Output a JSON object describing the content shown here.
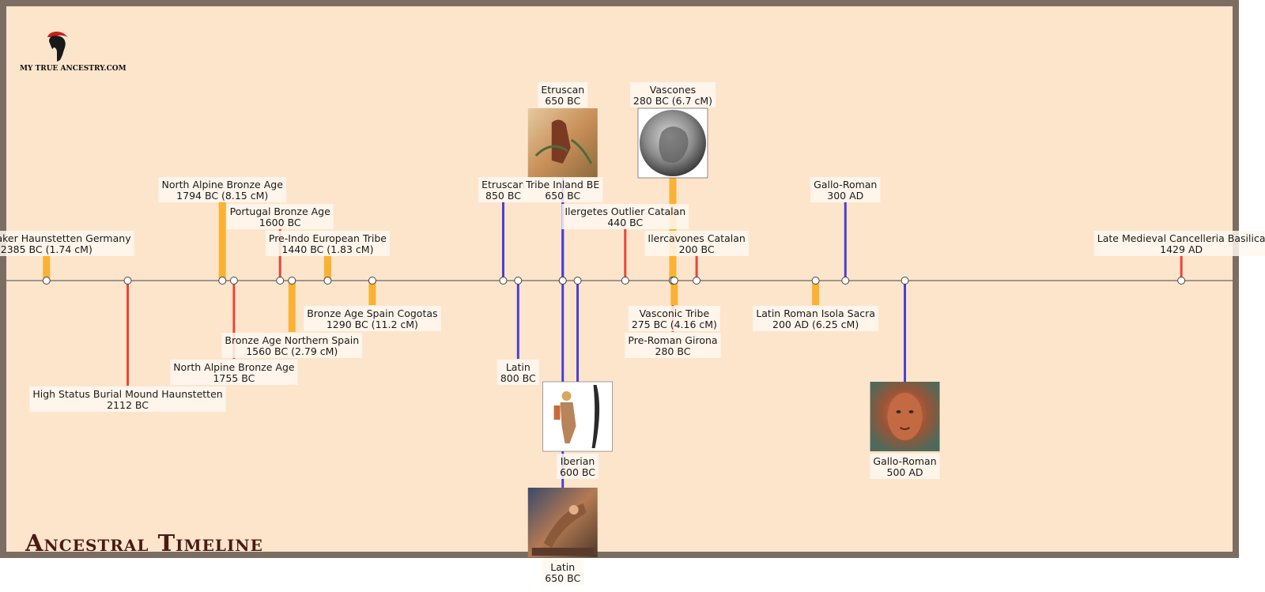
{
  "branding": {
    "logo_text": "MY TRUE ANCESTRY.COM",
    "title": "Ancestral Timeline"
  },
  "icons": {
    "logo": "spartan-helmet-icon"
  },
  "colors": {
    "frame": "#7b6d61",
    "background": "#fde5cc",
    "axis": "#666666",
    "label_box": "#fff8f0",
    "mark_orange": "#f9b233",
    "mark_red": "#e8453c",
    "mark_blue": "#4a3fd6",
    "title": "#4a1a14"
  },
  "chart_data": {
    "type": "timeline",
    "title": "Ancestral Timeline",
    "xlabel": "",
    "ylabel": "",
    "x_unit": "year (negative = BC)",
    "xlim": [
      -2520,
      1604
    ],
    "grid": false,
    "events": [
      {
        "year": -2385,
        "label": [
          "Bell Beaker Haunstetten Germany",
          "2385 BC (1.74 cM)"
        ],
        "side": "above",
        "level": 1,
        "color": "orange"
      },
      {
        "year": -2112,
        "label": [
          "High Status Burial Mound Haunstetten",
          "2112 BC"
        ],
        "side": "below",
        "level": 4,
        "color": "red"
      },
      {
        "year": -1794,
        "label": [
          "North Alpine Bronze Age",
          "1794 BC (8.15 cM)"
        ],
        "side": "above",
        "level": 3,
        "color": "orange"
      },
      {
        "year": -1755,
        "label": [
          "North Alpine Bronze Age",
          "1755 BC"
        ],
        "side": "below",
        "level": 3,
        "color": "red"
      },
      {
        "year": -1600,
        "label": [
          "Portugal Bronze Age",
          "1600 BC"
        ],
        "side": "above",
        "level": 2,
        "color": "red"
      },
      {
        "year": -1560,
        "label": [
          "Bronze Age Northern Spain",
          "1560 BC (2.79 cM)"
        ],
        "side": "below",
        "level": 2,
        "color": "orange"
      },
      {
        "year": -1440,
        "label": [
          "Pre-Indo European Tribe",
          "1440 BC (1.83 cM)"
        ],
        "side": "above",
        "level": 1,
        "color": "orange"
      },
      {
        "year": -1290,
        "label": [
          "Bronze Age Spain Cogotas",
          "1290 BC (11.2 cM)"
        ],
        "side": "below",
        "level": 1,
        "color": "orange"
      },
      {
        "year": -850,
        "label": [
          "Etruscan",
          "850 BC"
        ],
        "side": "above",
        "level": 3,
        "color": "blue"
      },
      {
        "year": -800,
        "label": [
          "Latin",
          "800 BC"
        ],
        "side": "below",
        "level": 3,
        "color": "blue"
      },
      {
        "year": -650,
        "label": [
          "Tribe Inland BE",
          "650 BC"
        ],
        "side": "above",
        "level": 3,
        "color": "blue"
      },
      {
        "year": -650,
        "label": [
          "Etruscan",
          "650 BC"
        ],
        "side": "above",
        "level": 5,
        "color": "blue",
        "image": "etruscan-fresco-image"
      },
      {
        "year": -650,
        "label": [
          "Latin",
          "650 BC"
        ],
        "side": "below",
        "level": 8,
        "color": "blue",
        "image": "battle-painting-image"
      },
      {
        "year": -600,
        "label": [
          "Iberian",
          "600 BC"
        ],
        "side": "below",
        "level": 6,
        "color": "blue",
        "image": "iberian-warrior-image"
      },
      {
        "year": -440,
        "label": [
          "Ilergetes Outlier Catalan",
          "440 BC"
        ],
        "side": "above",
        "level": 2,
        "color": "red"
      },
      {
        "year": -280,
        "label": [
          "Vascones",
          "280 BC (6.7 cM)"
        ],
        "side": "above",
        "level": 5,
        "color": "orange",
        "image": "vascones-coin-image"
      },
      {
        "year": -280,
        "label": [
          "Pre-Roman Girona",
          "280 BC"
        ],
        "side": "below",
        "level": 2,
        "color": "red"
      },
      {
        "year": -275,
        "label": [
          "Vasconic Tribe",
          "275 BC (4.16 cM)"
        ],
        "side": "below",
        "level": 1,
        "color": "orange"
      },
      {
        "year": -200,
        "label": [
          "Ilercavones Catalan",
          "200 BC"
        ],
        "side": "above",
        "level": 1,
        "color": "red"
      },
      {
        "year": 200,
        "label": [
          "Latin Roman Isola Sacra",
          "200 AD (6.25 cM)"
        ],
        "side": "below",
        "level": 1,
        "color": "orange"
      },
      {
        "year": 300,
        "label": [
          "Gallo-Roman",
          "300 AD"
        ],
        "side": "above",
        "level": 3,
        "color": "blue"
      },
      {
        "year": 500,
        "label": [
          "Gallo-Roman",
          "500 AD"
        ],
        "side": "below",
        "level": 6,
        "color": "blue",
        "image": "gallo-roman-portrait-image"
      },
      {
        "year": 1429,
        "label": [
          "Late Medieval Cancelleria Basilica",
          "1429 AD"
        ],
        "side": "above",
        "level": 1,
        "color": "red"
      }
    ]
  }
}
